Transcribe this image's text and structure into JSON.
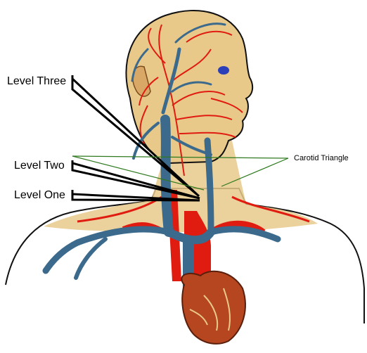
{
  "labels": {
    "level_three": "Level Three",
    "level_two": "Level Two",
    "level_one": "Level One",
    "carotid_triangle": "Carotid Triangle"
  },
  "colors": {
    "skin": "#e8c98a",
    "skin_dark": "#c8914a",
    "artery": "#e01b10",
    "vein": "#3b6a8c",
    "heart": "#b5461f",
    "eye": "#2a3fb8",
    "outline": "#111111",
    "callout": "#000000",
    "triangle_line": "#2f7a1f"
  }
}
